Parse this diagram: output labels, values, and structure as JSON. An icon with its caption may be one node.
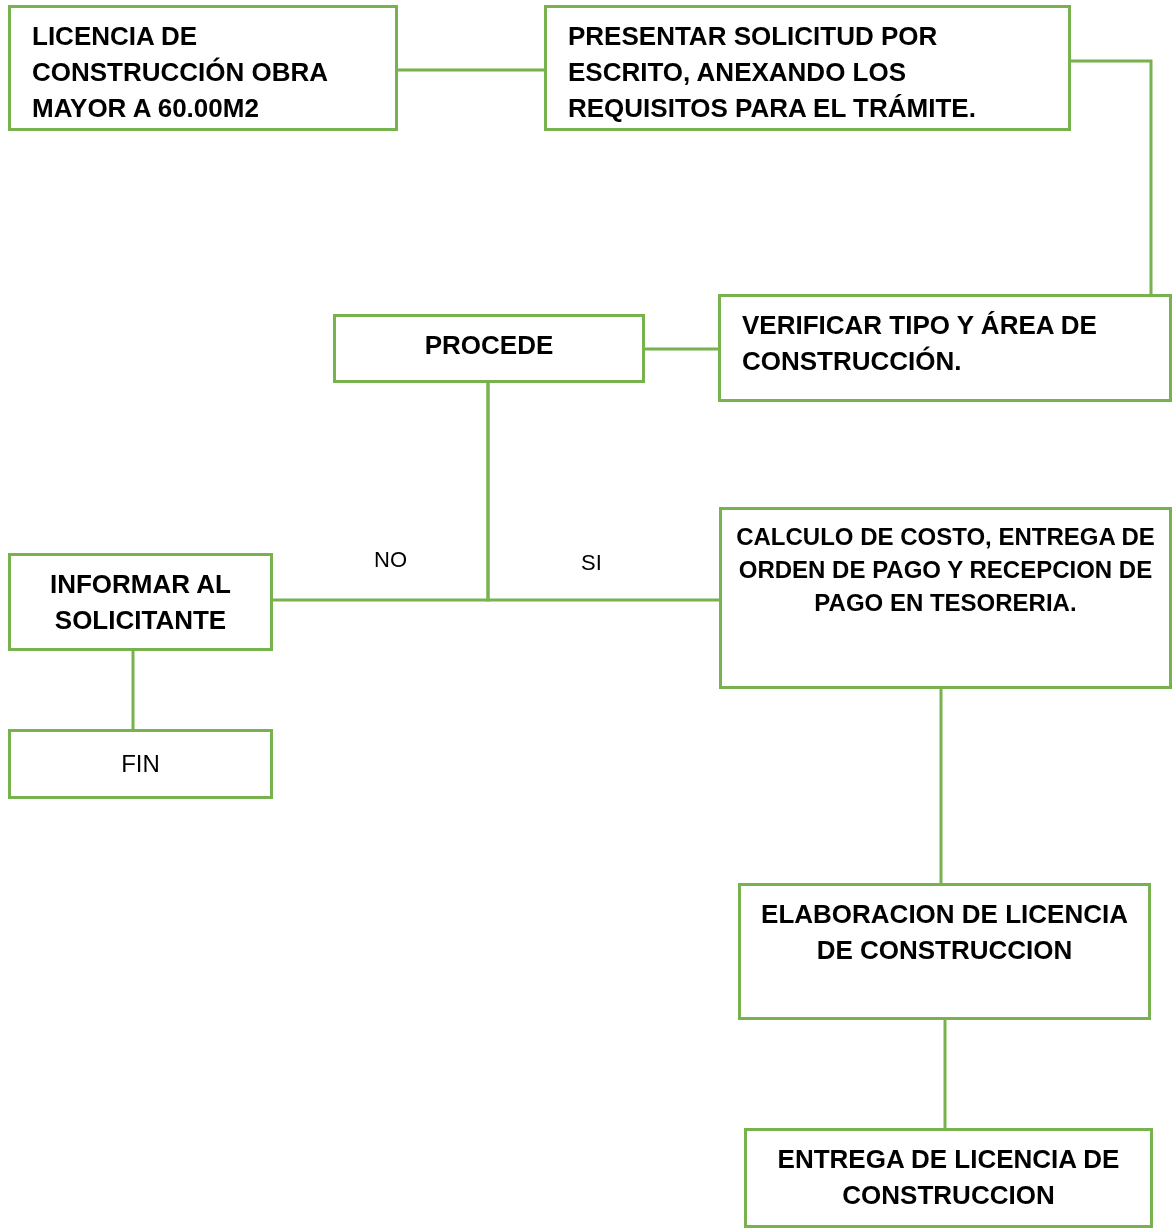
{
  "diagram": {
    "nodes": [
      {
        "text": [
          "LICENCIA DE CONSTRUCCIÓN OBRA MAYOR A 60.00M2"
        ]
      },
      {
        "text": [
          "PRESENTAR SOLICITUD POR ESCRITO, ANEXANDO LOS REQUISITOS PARA EL TRÁMITE."
        ]
      },
      {
        "text": [
          "VERIFICAR TIPO Y ÁREA DE CONSTRUCCIÓN."
        ]
      },
      {
        "text": [
          "PROCEDE"
        ]
      },
      {
        "text": [
          "INFORMAR AL SOLICITANTE"
        ]
      },
      {
        "text": [
          "CALCULO DE COSTO, ENTREGA DE ORDEN DE PAGO Y RECEPCION DE PAGO EN TESORERIA."
        ]
      },
      {
        "text": [
          "FIN"
        ]
      },
      {
        "text": [
          "ELABORACION DE LICENCIA DE CONSTRUCCION"
        ]
      },
      {
        "text": [
          "ENTREGA DE LICENCIA DE CONSTRUCCION"
        ]
      }
    ],
    "edges": [
      {
        "from": 0,
        "to": 1,
        "arrow": "none"
      },
      {
        "from": 1,
        "to": 2,
        "arrow": "none"
      },
      {
        "from": 2,
        "to": 3,
        "arrow": "none"
      },
      {
        "from": 3,
        "to": 4,
        "arrow": "none",
        "label": "NO"
      },
      {
        "from": 3,
        "to": 5,
        "arrow": "none",
        "label": "SI"
      },
      {
        "from": 4,
        "to": 6,
        "arrow": "none"
      },
      {
        "from": 5,
        "to": 7,
        "arrow": "none"
      },
      {
        "from": 7,
        "to": 8,
        "arrow": "none"
      }
    ]
  }
}
